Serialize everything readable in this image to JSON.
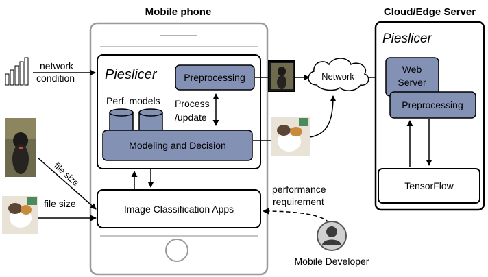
{
  "phone": {
    "title": "Mobile phone"
  },
  "server": {
    "title": "Cloud/Edge Server",
    "app_name": "Pieslicer"
  },
  "pieslicer": {
    "name": "Pieslicer"
  },
  "boxes": {
    "preprocessing_phone": "Preprocessing",
    "perf_models": "Perf. models",
    "process_update_1": "Process",
    "process_update_2": "/update",
    "modeling_decision": "Modeling and Decision",
    "image_classification": "Image Classification Apps",
    "network": "Network",
    "web_server_1": "Web",
    "web_server_2": "Server",
    "preprocessing_server": "Preprocessing",
    "tensorflow": "TensorFlow"
  },
  "labels": {
    "network_condition_1": "network",
    "network_condition_2": "condition",
    "file_size_top": "file size",
    "file_size_bottom": "file size",
    "performance_1": "performance",
    "performance_2": "requirement",
    "mobile_developer": "Mobile Developer"
  },
  "colors": {
    "box_fill": "#8391b4",
    "stroke": "#000000",
    "phone_frame": "#9a9a9a"
  }
}
